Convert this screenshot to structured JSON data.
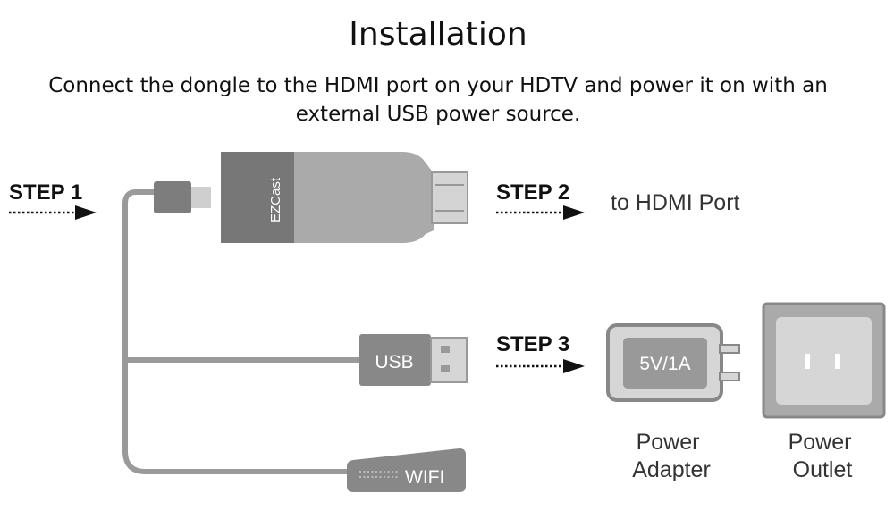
{
  "title": "Installation",
  "subtitle": "Connect the dongle to the HDMI port on your HDTV and power it on with an external USB power source.",
  "steps": {
    "step1": "STEP 1",
    "step2": "STEP 2",
    "step3": "STEP 3"
  },
  "labels": {
    "hdmi_port": "to HDMI Port",
    "brand": "EZCast",
    "usb": "USB",
    "wifi": "WIFI",
    "adapter_rating": "5V/1A",
    "power_adapter_line1": "Power",
    "power_adapter_line2": "Adapter",
    "power_outlet_line1": "Power",
    "power_outlet_line2": "Outlet"
  },
  "colors": {
    "device_dark": "#777777",
    "device_light": "#aaaaaa",
    "cable": "#9a9a9a",
    "text": "#111111"
  },
  "icons": [
    "dotted-arrow-icon",
    "hdmi-dongle-icon",
    "usb-plug-icon",
    "wifi-antenna-icon",
    "power-adapter-icon",
    "power-outlet-icon"
  ]
}
